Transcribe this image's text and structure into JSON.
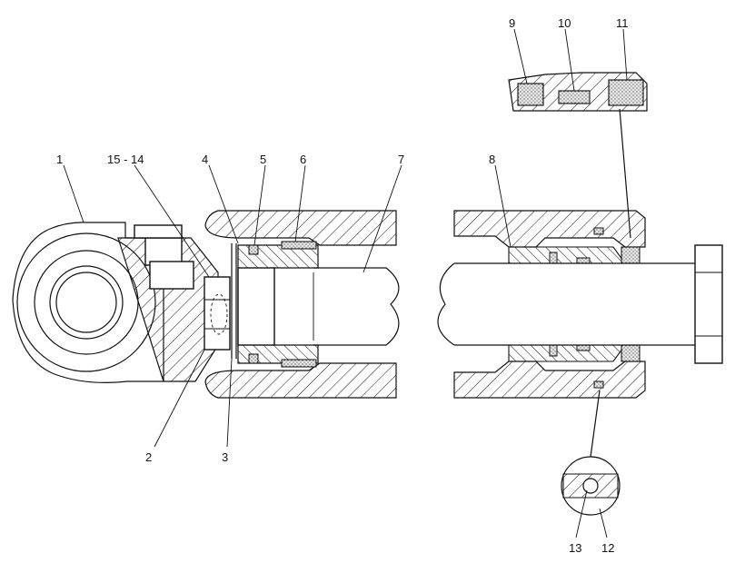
{
  "callouts": [
    {
      "id": "c1",
      "label": "1"
    },
    {
      "id": "c15_14",
      "label": "15 - 14"
    },
    {
      "id": "c4",
      "label": "4"
    },
    {
      "id": "c5",
      "label": "5"
    },
    {
      "id": "c6",
      "label": "6"
    },
    {
      "id": "c7",
      "label": "7"
    },
    {
      "id": "c8",
      "label": "8"
    },
    {
      "id": "c9",
      "label": "9"
    },
    {
      "id": "c10",
      "label": "10"
    },
    {
      "id": "c11",
      "label": "11"
    },
    {
      "id": "c2",
      "label": "2"
    },
    {
      "id": "c3",
      "label": "3"
    },
    {
      "id": "c13",
      "label": "13"
    },
    {
      "id": "c12",
      "label": "12"
    }
  ],
  "colors": {
    "line": "#111111",
    "background": "#ffffff",
    "seal_fill": "#dcdcdc"
  }
}
